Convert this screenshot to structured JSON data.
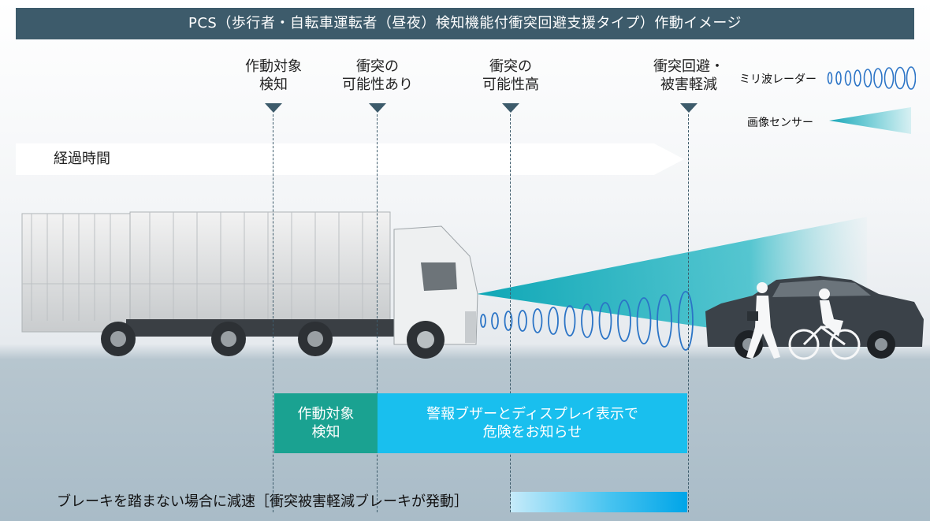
{
  "title": "PCS（歩行者・自転車運転者（昼夜）検知機能付衝突回避支援タイプ）作動イメージ",
  "stages": [
    {
      "line1": "作動対象",
      "line2": "検知"
    },
    {
      "line1": "衝突の",
      "line2": "可能性あり"
    },
    {
      "line1": "衝突の",
      "line2": "可能性高"
    },
    {
      "line1": "衝突回避・",
      "line2": "被害軽減"
    }
  ],
  "timeline_label": "経過時間",
  "legend": {
    "radar": "ミリ波レーダー",
    "camera": "画像センサー"
  },
  "boxes": {
    "detect": {
      "line1": "作動対象",
      "line2": "検知"
    },
    "warn": {
      "line1": "警報ブザーとディスプレイ表示で",
      "line2": "危険をお知らせ"
    }
  },
  "brake_label": "ブレーキを踏まない場合に減速［衝突被害軽減ブレーキが発動］",
  "colors": {
    "title_bg": "#3d5b6b",
    "detect_box": "#1aa291",
    "warn_box": "#19bfee",
    "radar_wave": "#2b74c6",
    "camera_beam": "#1bb8c4"
  }
}
